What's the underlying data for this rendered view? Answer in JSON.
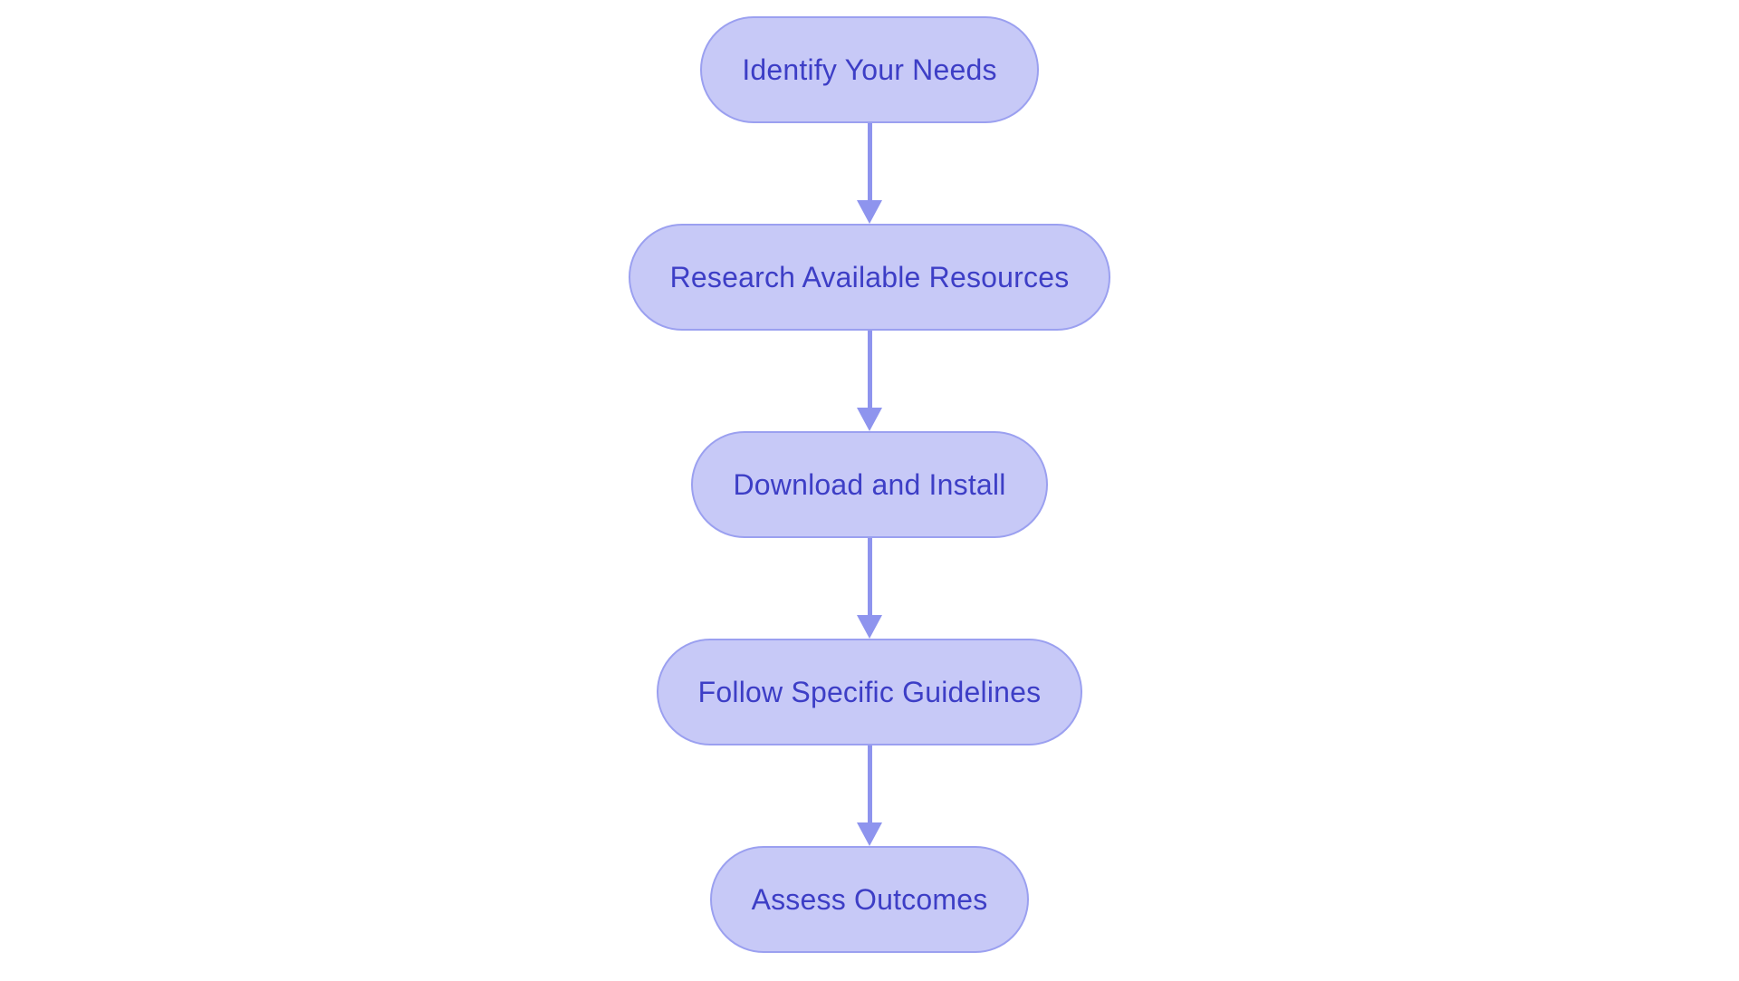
{
  "diagram": {
    "type": "flowchart",
    "direction": "top-down",
    "nodes": [
      {
        "id": 1,
        "label": "Identify Your Needs"
      },
      {
        "id": 2,
        "label": "Research Available Resources"
      },
      {
        "id": 3,
        "label": "Download and Install"
      },
      {
        "id": 4,
        "label": "Follow Specific Guidelines"
      },
      {
        "id": 5,
        "label": "Assess Outcomes"
      }
    ],
    "edges": [
      {
        "from": "Identify Your Needs",
        "to": "Research Available Resources"
      },
      {
        "from": "Research Available Resources",
        "to": "Download and Install"
      },
      {
        "from": "Download and Install",
        "to": "Follow Specific Guidelines"
      },
      {
        "from": "Follow Specific Guidelines",
        "to": "Assess Outcomes"
      }
    ]
  },
  "colors": {
    "background": "#ffffff",
    "node_fill": "#c7c9f7",
    "node_border": "#9ba0f0",
    "node_text": "#3d3ec6",
    "arrow": "#8e94ee"
  }
}
